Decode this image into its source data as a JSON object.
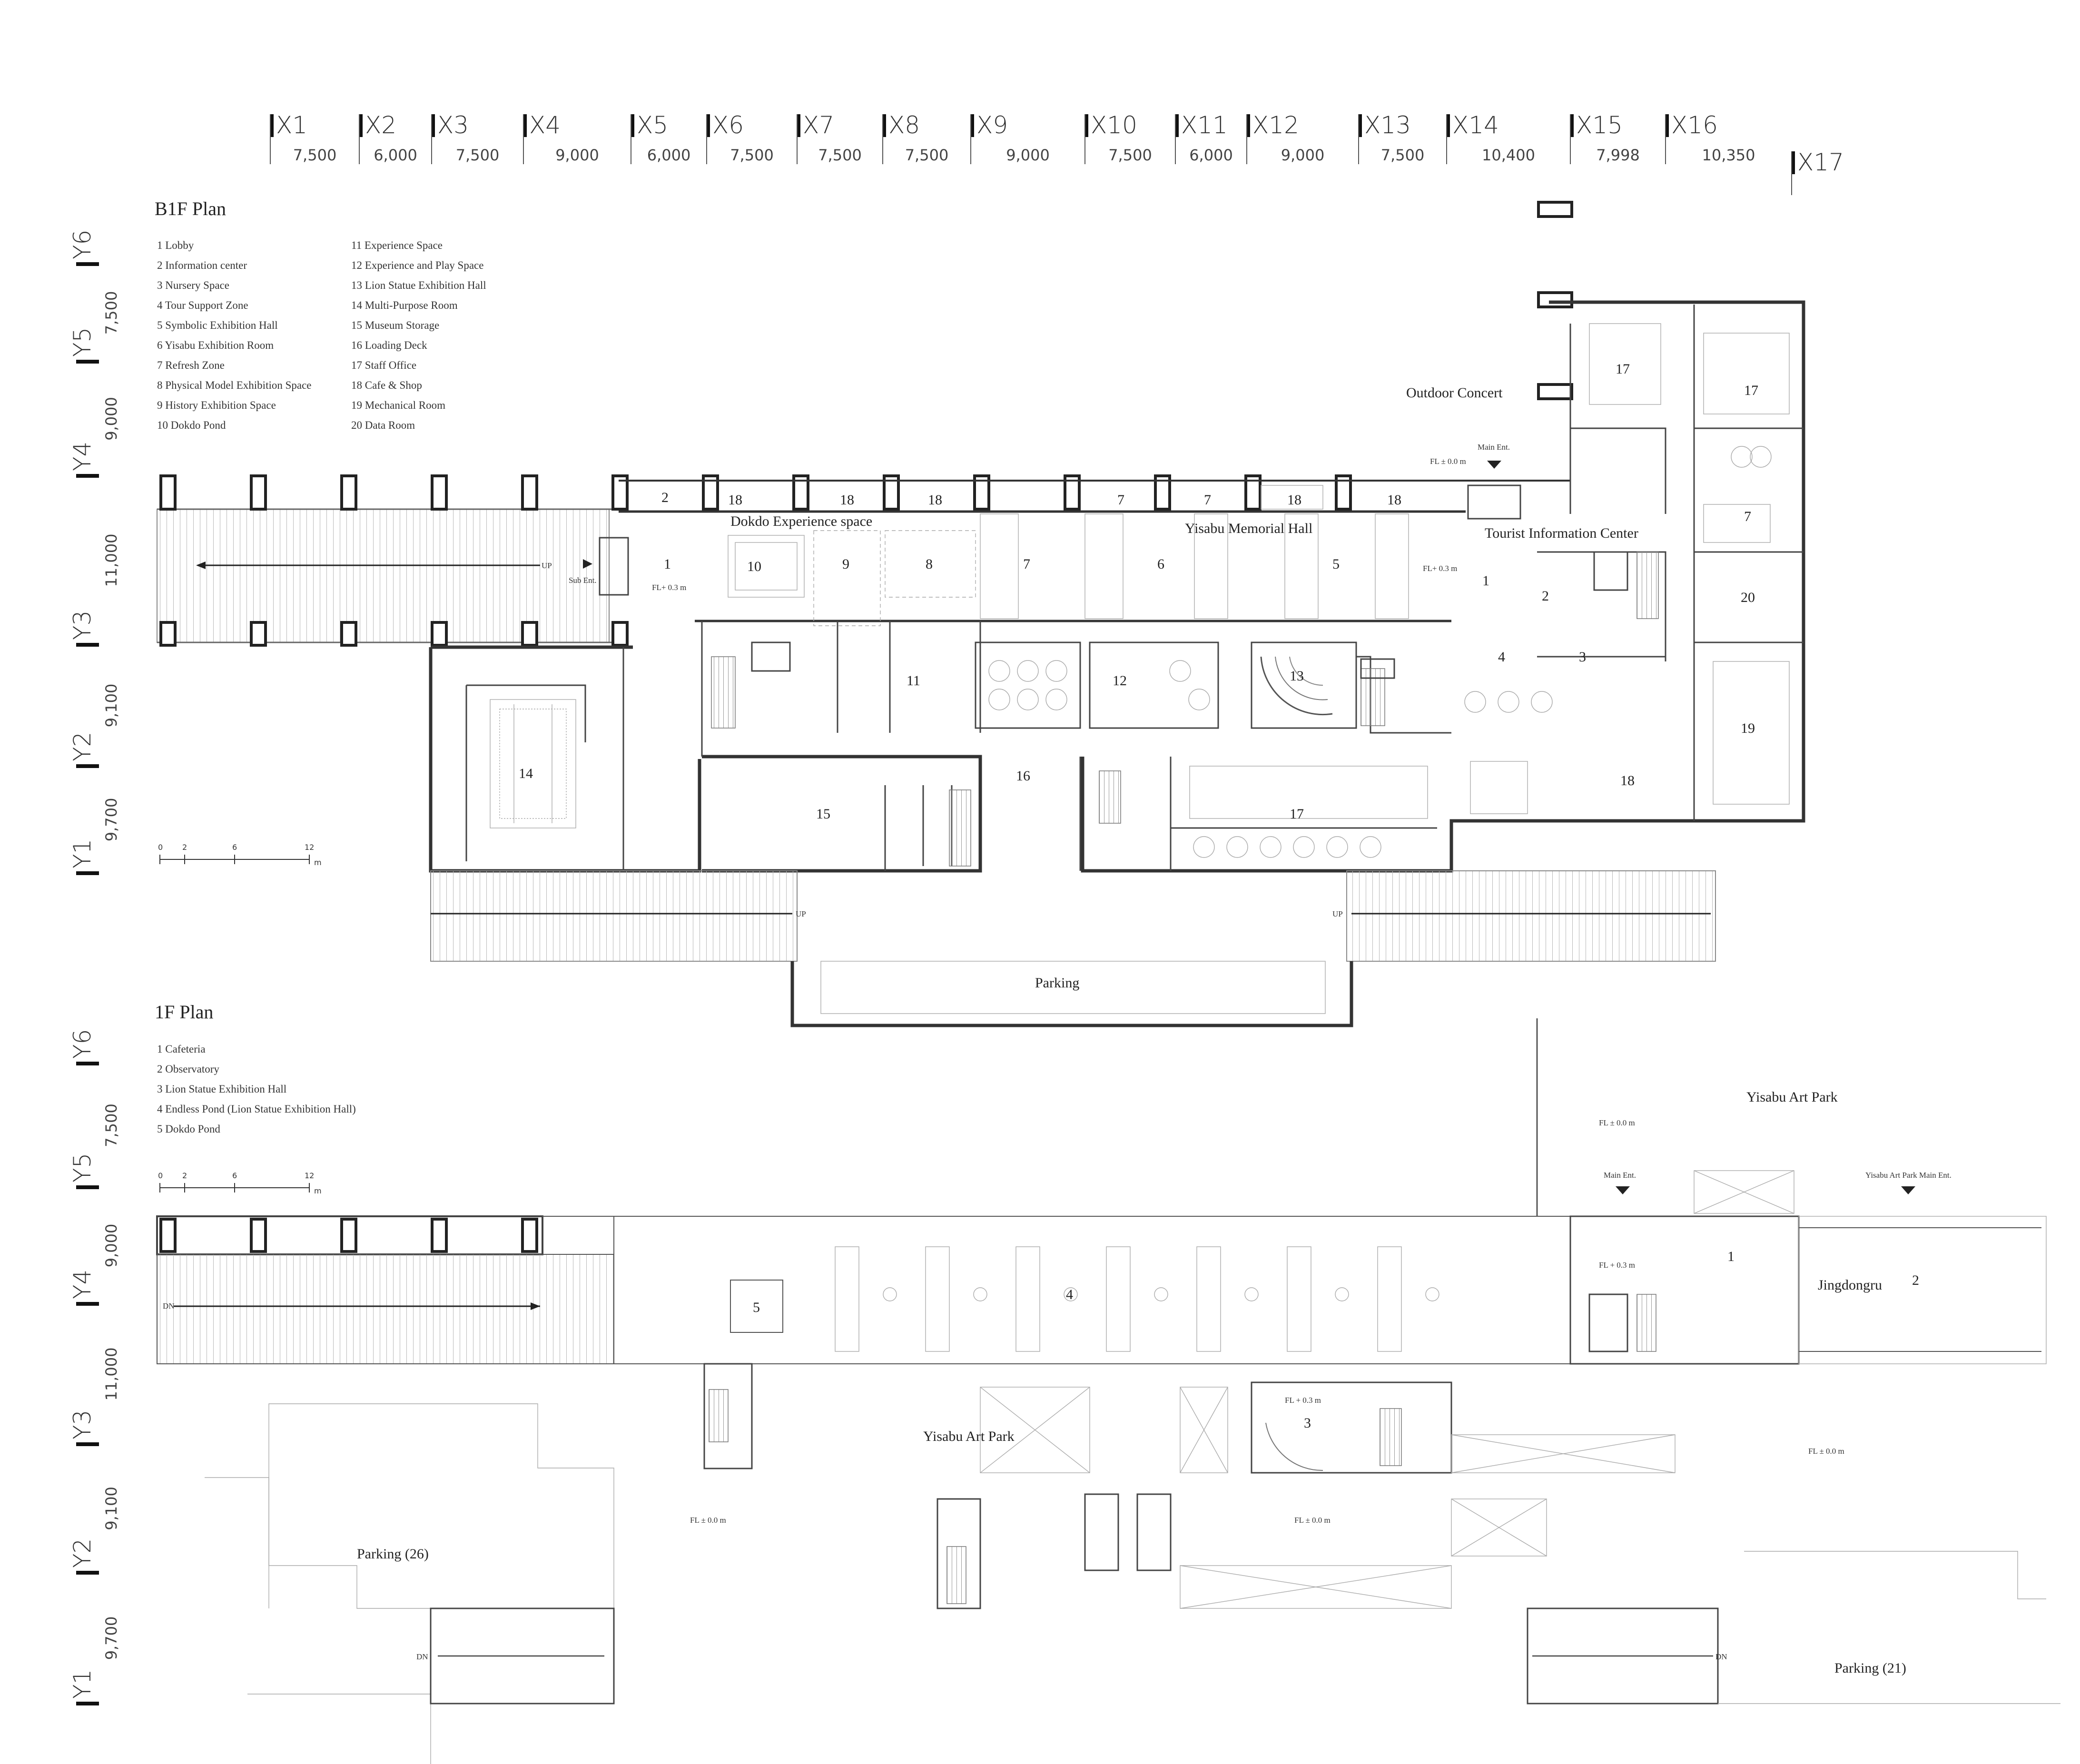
{
  "grid": {
    "x_axes": [
      "X1",
      "X2",
      "X3",
      "X4",
      "X5",
      "X6",
      "X7",
      "X8",
      "X9",
      "X10",
      "X11",
      "X12",
      "X13",
      "X14",
      "X15",
      "X16",
      "X17"
    ],
    "x_spacing": [
      "7,500",
      "6,000",
      "7,500",
      "9,000",
      "6,000",
      "7,500",
      "7,500",
      "7,500",
      "9,000",
      "7,500",
      "6,000",
      "9,000",
      "7,500",
      "10,400",
      "7,998",
      "10,350"
    ],
    "y_axes": [
      "Y6",
      "Y5",
      "Y4",
      "Y3",
      "Y2",
      "Y1"
    ],
    "y_spacing": [
      "7,500",
      "9,000",
      "11,000",
      "9,100",
      "9,700"
    ]
  },
  "b1f": {
    "title": "B1F Plan",
    "legend_left": [
      "1   Lobby",
      "2   Information center",
      "3   Nursery Space",
      "4   Tour Support Zone",
      "5   Symbolic Exhibition Hall",
      "6   Yisabu Exhibition Room",
      "7   Refresh Zone",
      "8   Physical Model Exhibition Space",
      "9   History Exhibition Space",
      "10  Dokdo Pond"
    ],
    "legend_right": [
      "11   Experience Space",
      "12   Experience and Play Space",
      "13   Lion Statue Exhibition Hall",
      "14   Multi-Purpose Room",
      "15   Museum Storage",
      "16   Loading Deck",
      "17   Staff Office",
      "18   Cafe & Shop",
      "19   Mechanical Room",
      "20   Data Room"
    ],
    "labels": {
      "outdoor_concert": "Outdoor Concert",
      "main_ent": "Main Ent.",
      "fl_00": "FL ± 0.0 m",
      "fl_03": "FL+ 0.3 m",
      "dokdo_exp": "Dokdo Experience space",
      "memorial_hall": "Yisabu Memorial Hall",
      "tourist_info": "Tourist Information Center",
      "sub_ent": "Sub Ent.",
      "up": "UP",
      "parking": "Parking"
    },
    "room_numbers": {
      "r2a": "2",
      "r18a": "18",
      "r18b": "18",
      "r18c": "18",
      "r7a": "7",
      "r7b": "7",
      "r18d": "18",
      "r18e": "18",
      "r1a": "1",
      "r10": "10",
      "r9": "9",
      "r8": "8",
      "r7c": "7",
      "r6": "6",
      "r5": "5",
      "r1b": "1",
      "r2b": "2",
      "r4": "4",
      "r3": "3",
      "r11": "11",
      "r12": "12",
      "r13": "13",
      "r14": "14",
      "r15": "15",
      "r16": "16",
      "r17a": "17",
      "r17b": "17",
      "r17c": "17",
      "r7d": "7",
      "r20": "20",
      "r19": "19",
      "r18f": "18"
    },
    "scale": [
      "0",
      "2",
      "6",
      "12",
      "m"
    ]
  },
  "f1": {
    "title": "1F Plan",
    "legend": [
      "1   Cafeteria",
      "2   Observatory",
      "3   Lion Statue Exhibition Hall",
      "4   Endless Pond (Lion Statue Exhibition Hall)",
      "5   Dokdo Pond"
    ],
    "labels": {
      "art_park_top": "Yisabu Art Park",
      "art_park_mid": "Yisabu Art Park",
      "fl_00": "FL ± 0.0 m",
      "fl_03": "FL + 0.3 m",
      "fl_03b": "FL + 0.3 m",
      "main_ent": "Main Ent.",
      "park_main_ent": "Yisabu Art Park Main Ent.",
      "jingdongru": "Jingdongru",
      "parking26": "Parking (26)",
      "parking21": "Parking (21)",
      "dn": "DN",
      "fl_a": "FL ± 0.0 m",
      "fl_b": "FL ± 0.0 m",
      "fl_c": "FL ± 0.0 m"
    },
    "room_numbers": {
      "r1": "1",
      "r2": "2",
      "r3": "3",
      "r4": "4",
      "r5": "5"
    },
    "scale": [
      "0",
      "2",
      "6",
      "12",
      "m"
    ]
  }
}
